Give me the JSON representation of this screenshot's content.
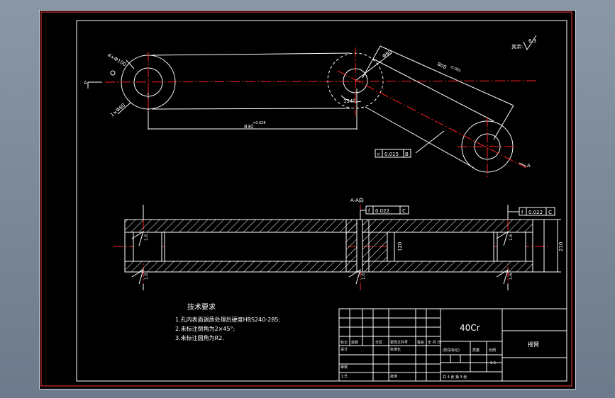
{
  "colors": {
    "background": "#000000",
    "line": "#ffffff",
    "center_line": "#ff2222",
    "frame_red": "#ff3a3a"
  },
  "top_view": {
    "dim_bore_left": "4×Φ100",
    "dim_chamfer_left": "1×Φ80",
    "dim_bore_right": "Φ80",
    "dim_length_horizontal": "830",
    "dim_length_horizontal_tol": "+0.028",
    "dim_length_angled": "800",
    "dim_length_angled_tol": "-0.085",
    "dim_angle": "154°",
    "section_mark_left": "A",
    "section_mark_right": "A",
    "roughness_label": "其余:",
    "roughness_value": "6.3",
    "tolerance_frame": {
      "symbol": "⌭",
      "value": "0.015",
      "datum": "B"
    }
  },
  "section_view": {
    "title": "A-A向",
    "tol_frame_middle": {
      "symbol": "f",
      "value": "0.022",
      "datum": "C"
    },
    "tol_frame_right": {
      "symbol": "f",
      "value": "0.022",
      "datum": "C"
    },
    "dim_height_outer": "210",
    "dim_height_inner": "120",
    "roughness_small": "1.6",
    "roughness_bottom": "1.6"
  },
  "tech_requirements": {
    "heading": "技术要求",
    "items": [
      "1.孔内表面调质处理后硬度HBS240-285;",
      "2.未标注倒角为2×45°;",
      "3.未标注圆角为R2."
    ]
  },
  "title_block": {
    "material": "40Cr",
    "part_name": "摇臂",
    "scale": "1:5",
    "sheet_info": "共 4 张   第 3 张",
    "labels": {
      "mark": "标记",
      "count": "处数",
      "zone": "分区",
      "change_doc": "更改文件号",
      "sign": "签名",
      "date": "年 月 日",
      "design": "设计",
      "standard": "标准化",
      "stage_mark": "(阶段标记)",
      "weight": "质量",
      "ratio": "比例",
      "review": "审核",
      "process": "工艺",
      "approve": "批准"
    }
  }
}
